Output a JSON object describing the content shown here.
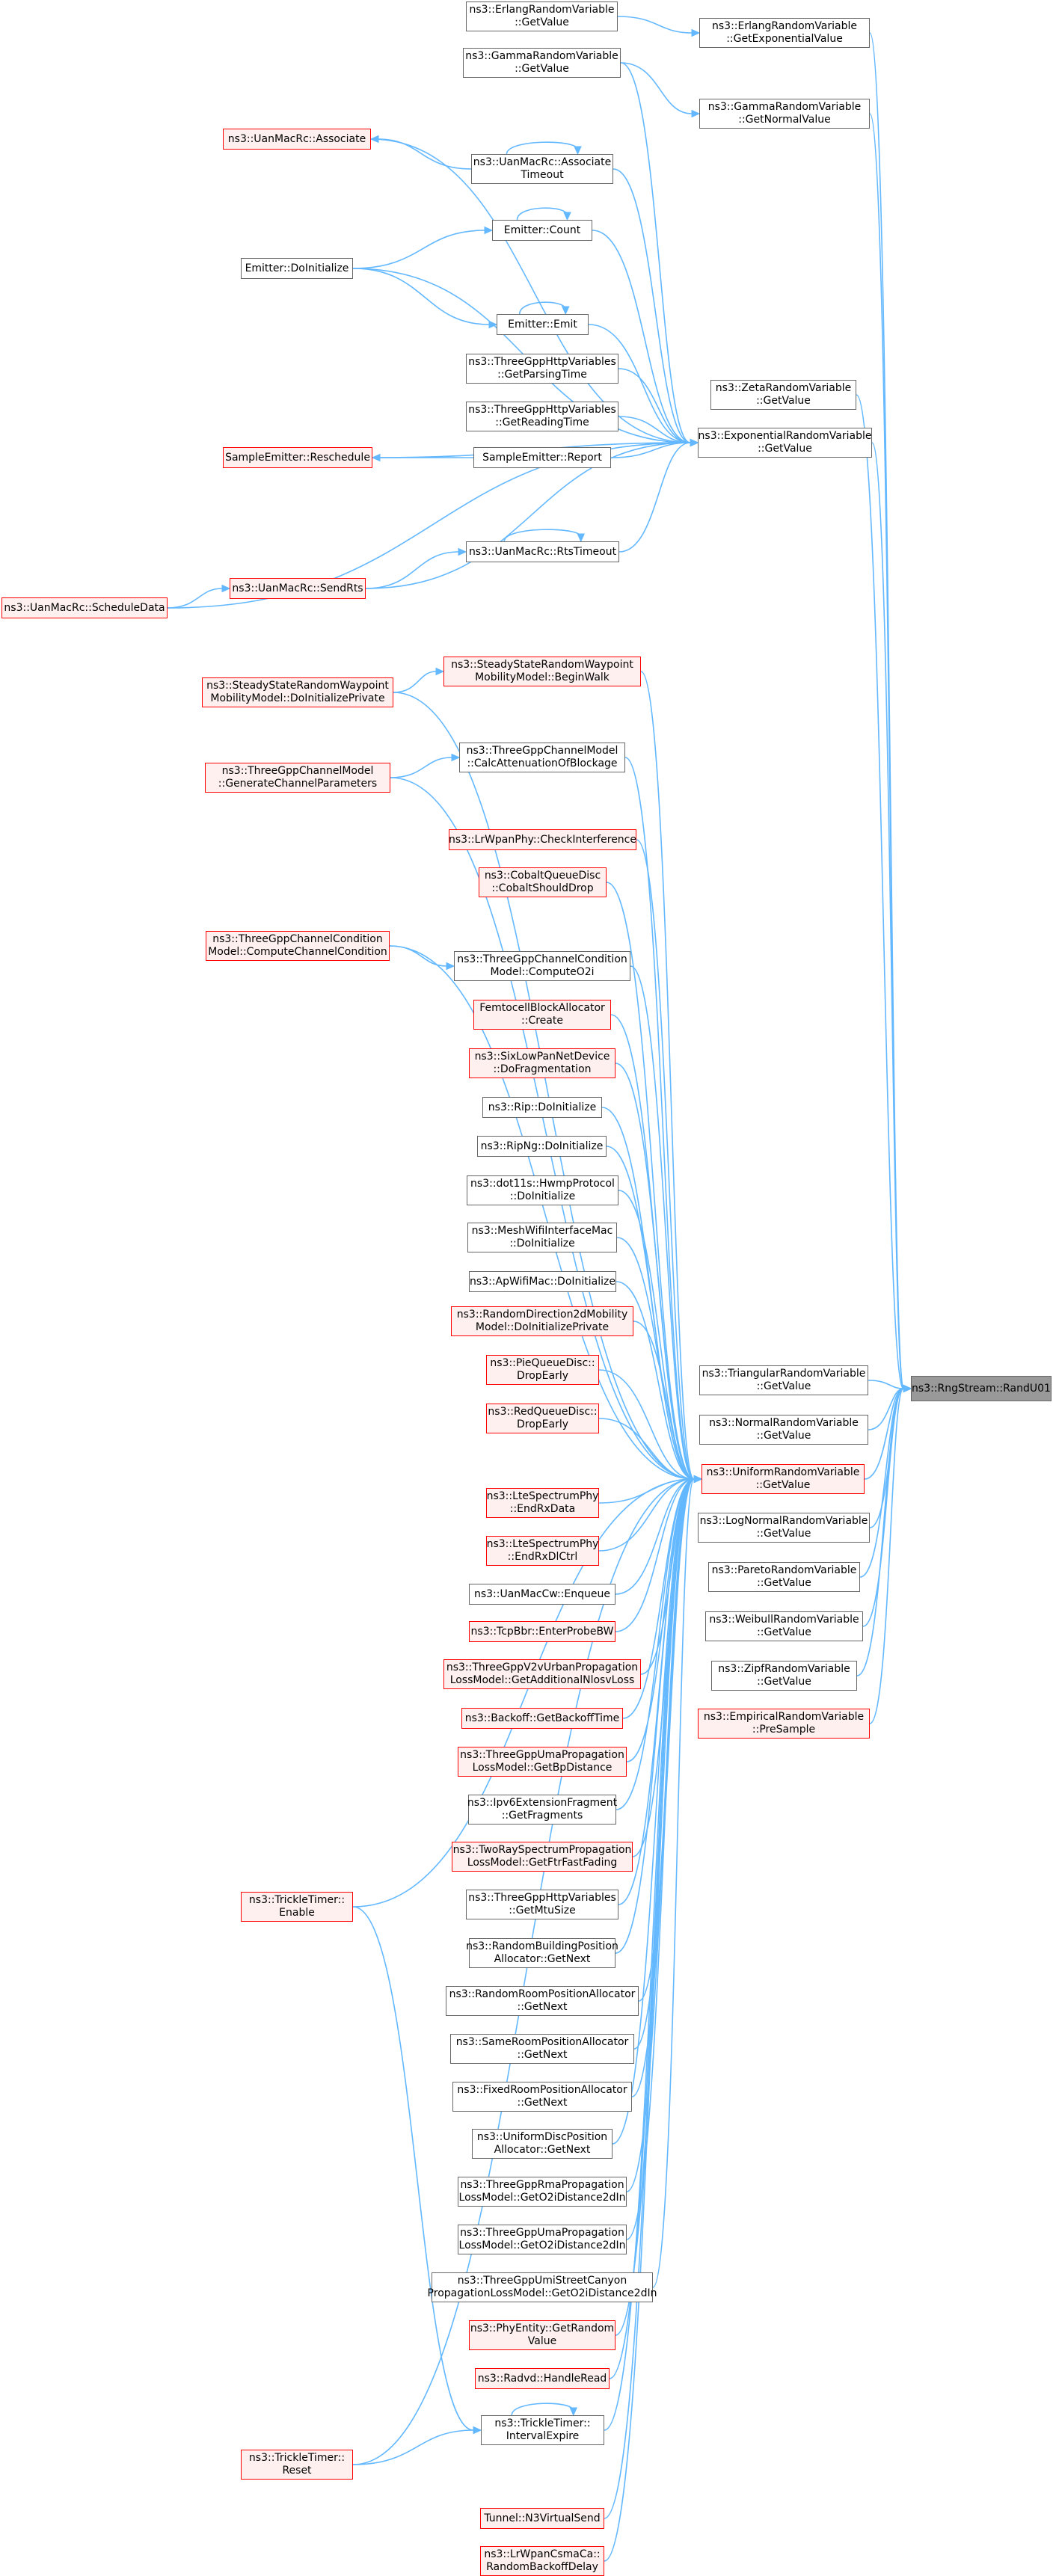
{
  "colors": {
    "edge": "#63b8ff",
    "node_border": "#666666",
    "partial_border": "#ff0000",
    "partial_fill": "#fff0f0",
    "target_fill": "#999999"
  },
  "nodes": [
    {
      "id": "target",
      "lines": [
        "ns3::RngStream::RandU01"
      ],
      "style": "target"
    },
    {
      "id": "erl_exp",
      "lines": [
        "ns3::ErlangRandomVariable",
        "::GetExponentialValue"
      ],
      "style": "normal"
    },
    {
      "id": "gam_norm",
      "lines": [
        "ns3::GammaRandomVariable",
        "::GetNormalValue"
      ],
      "style": "normal"
    },
    {
      "id": "zeta",
      "lines": [
        "ns3::ZetaRandomVariable",
        "::GetValue"
      ],
      "style": "normal"
    },
    {
      "id": "exp",
      "lines": [
        "ns3::ExponentialRandomVariable",
        "::GetValue"
      ],
      "style": "normal"
    },
    {
      "id": "tri",
      "lines": [
        "ns3::TriangularRandomVariable",
        "::GetValue"
      ],
      "style": "normal"
    },
    {
      "id": "norm",
      "lines": [
        "ns3::NormalRandomVariable",
        "::GetValue"
      ],
      "style": "normal"
    },
    {
      "id": "uni",
      "lines": [
        "ns3::UniformRandomVariable",
        "::GetValue"
      ],
      "style": "red"
    },
    {
      "id": "lognorm",
      "lines": [
        "ns3::LogNormalRandomVariable",
        "::GetValue"
      ],
      "style": "normal"
    },
    {
      "id": "pareto",
      "lines": [
        "ns3::ParetoRandomVariable",
        "::GetValue"
      ],
      "style": "normal"
    },
    {
      "id": "weibull",
      "lines": [
        "ns3::WeibullRandomVariable",
        "::GetValue"
      ],
      "style": "normal"
    },
    {
      "id": "zipf",
      "lines": [
        "ns3::ZipfRandomVariable",
        "::GetValue"
      ],
      "style": "normal"
    },
    {
      "id": "emp",
      "lines": [
        "ns3::EmpiricalRandomVariable",
        "::PreSample"
      ],
      "style": "red"
    },
    {
      "id": "erl_get",
      "lines": [
        "ns3::ErlangRandomVariable",
        "::GetValue"
      ],
      "style": "normal"
    },
    {
      "id": "gam_get",
      "lines": [
        "ns3::GammaRandomVariable",
        "::GetValue"
      ],
      "style": "normal"
    },
    {
      "id": "uan_assoc",
      "lines": [
        "ns3::UanMacRc::Associate"
      ],
      "style": "red"
    },
    {
      "id": "uan_assoc_to",
      "lines": [
        "ns3::UanMacRc::Associate",
        "Timeout"
      ],
      "style": "normal"
    },
    {
      "id": "em_count",
      "lines": [
        "Emitter::Count"
      ],
      "style": "normal"
    },
    {
      "id": "em_init",
      "lines": [
        "Emitter::DoInitialize"
      ],
      "style": "normal"
    },
    {
      "id": "em_emit",
      "lines": [
        "Emitter::Emit"
      ],
      "style": "normal"
    },
    {
      "id": "http_parse",
      "lines": [
        "ns3::ThreeGppHttpVariables",
        "::GetParsingTime"
      ],
      "style": "normal"
    },
    {
      "id": "http_read",
      "lines": [
        "ns3::ThreeGppHttpVariables",
        "::GetReadingTime"
      ],
      "style": "normal"
    },
    {
      "id": "se_resched",
      "lines": [
        "SampleEmitter::Reschedule"
      ],
      "style": "red"
    },
    {
      "id": "se_report",
      "lines": [
        "SampleEmitter::Report"
      ],
      "style": "normal"
    },
    {
      "id": "uan_rts_to",
      "lines": [
        "ns3::UanMacRc::RtsTimeout"
      ],
      "style": "normal"
    },
    {
      "id": "uan_send_rts",
      "lines": [
        "ns3::UanMacRc::SendRts"
      ],
      "style": "red"
    },
    {
      "id": "uan_sched",
      "lines": [
        "ns3::UanMacRc::ScheduleData"
      ],
      "style": "red"
    },
    {
      "id": "sswp_begin",
      "lines": [
        "ns3::SteadyStateRandomWaypoint",
        "MobilityModel::BeginWalk"
      ],
      "style": "red"
    },
    {
      "id": "sswp_init",
      "lines": [
        "ns3::SteadyStateRandomWaypoint",
        "MobilityModel::DoInitializePrivate"
      ],
      "style": "red"
    },
    {
      "id": "tgpp_calc",
      "lines": [
        "ns3::ThreeGppChannelModel",
        "::CalcAttenuationOfBlockage"
      ],
      "style": "normal"
    },
    {
      "id": "tgpp_gen",
      "lines": [
        "ns3::ThreeGppChannelModel",
        "::GenerateChannelParameters"
      ],
      "style": "red"
    },
    {
      "id": "lrwpan_ci",
      "lines": [
        "ns3::LrWpanPhy::CheckInterference"
      ],
      "style": "red"
    },
    {
      "id": "cobalt",
      "lines": [
        "ns3::CobaltQueueDisc",
        "::CobaltShouldDrop"
      ],
      "style": "red"
    },
    {
      "id": "tgpp_ccc",
      "lines": [
        "ns3::ThreeGppChannelCondition",
        "Model::ComputeChannelCondition"
      ],
      "style": "red"
    },
    {
      "id": "tgpp_o2i",
      "lines": [
        "ns3::ThreeGppChannelCondition",
        "Model::ComputeO2i"
      ],
      "style": "normal"
    },
    {
      "id": "femto",
      "lines": [
        "FemtocellBlockAllocator",
        "::Create"
      ],
      "style": "red"
    },
    {
      "id": "sixlow",
      "lines": [
        "ns3::SixLowPanNetDevice",
        "::DoFragmentation"
      ],
      "style": "red"
    },
    {
      "id": "rip",
      "lines": [
        "ns3::Rip::DoInitialize"
      ],
      "style": "normal"
    },
    {
      "id": "ripng",
      "lines": [
        "ns3::RipNg::DoInitialize"
      ],
      "style": "normal"
    },
    {
      "id": "hwmp",
      "lines": [
        "ns3::dot11s::HwmpProtocol",
        "::DoInitialize"
      ],
      "style": "normal"
    },
    {
      "id": "meshmac",
      "lines": [
        "ns3::MeshWifiInterfaceMac",
        "::DoInitialize"
      ],
      "style": "normal"
    },
    {
      "id": "apwifi",
      "lines": [
        "ns3::ApWifiMac::DoInitialize"
      ],
      "style": "normal"
    },
    {
      "id": "rd2d",
      "lines": [
        "ns3::RandomDirection2dMobility",
        "Model::DoInitializePrivate"
      ],
      "style": "red"
    },
    {
      "id": "pie",
      "lines": [
        "ns3::PieQueueDisc::",
        "DropEarly"
      ],
      "style": "red"
    },
    {
      "id": "red",
      "lines": [
        "ns3::RedQueueDisc::",
        "DropEarly"
      ],
      "style": "red"
    },
    {
      "id": "lte_data",
      "lines": [
        "ns3::LteSpectrumPhy",
        "::EndRxData"
      ],
      "style": "red"
    },
    {
      "id": "lte_ctrl",
      "lines": [
        "ns3::LteSpectrumPhy",
        "::EndRxDlCtrl"
      ],
      "style": "red"
    },
    {
      "id": "uancw",
      "lines": [
        "ns3::UanMacCw::Enqueue"
      ],
      "style": "normal"
    },
    {
      "id": "tcpbbr",
      "lines": [
        "ns3::TcpBbr::EnterProbeBW"
      ],
      "style": "red"
    },
    {
      "id": "tgpp_v2v",
      "lines": [
        "ns3::ThreeGppV2vUrbanPropagation",
        "LossModel::GetAdditionalNlosvLoss"
      ],
      "style": "red"
    },
    {
      "id": "backoff",
      "lines": [
        "ns3::Backoff::GetBackoffTime"
      ],
      "style": "red"
    },
    {
      "id": "tgpp_uma_bp",
      "lines": [
        "ns3::ThreeGppUmaPropagation",
        "LossModel::GetBpDistance"
      ],
      "style": "red"
    },
    {
      "id": "ipv6frag",
      "lines": [
        "ns3::Ipv6ExtensionFragment",
        "::GetFragments"
      ],
      "style": "normal"
    },
    {
      "id": "tworay",
      "lines": [
        "ns3::TwoRaySpectrumPropagation",
        "LossModel::GetFtrFastFading"
      ],
      "style": "red"
    },
    {
      "id": "http_mtu",
      "lines": [
        "ns3::ThreeGppHttpVariables",
        "::GetMtuSize"
      ],
      "style": "normal"
    },
    {
      "id": "rbpa",
      "lines": [
        "ns3::RandomBuildingPosition",
        "Allocator::GetNext"
      ],
      "style": "normal"
    },
    {
      "id": "rrpa",
      "lines": [
        "ns3::RandomRoomPositionAllocator",
        "::GetNext"
      ],
      "style": "normal"
    },
    {
      "id": "srpa",
      "lines": [
        "ns3::SameRoomPositionAllocator",
        "::GetNext"
      ],
      "style": "normal"
    },
    {
      "id": "frpa",
      "lines": [
        "ns3::FixedRoomPositionAllocator",
        "::GetNext"
      ],
      "style": "normal"
    },
    {
      "id": "udpa",
      "lines": [
        "ns3::UniformDiscPosition",
        "Allocator::GetNext"
      ],
      "style": "normal"
    },
    {
      "id": "tgpp_rma",
      "lines": [
        "ns3::ThreeGppRmaPropagation",
        "LossModel::GetO2iDistance2dIn"
      ],
      "style": "normal"
    },
    {
      "id": "tgpp_uma",
      "lines": [
        "ns3::ThreeGppUmaPropagation",
        "LossModel::GetO2iDistance2dIn"
      ],
      "style": "normal"
    },
    {
      "id": "tgpp_umi",
      "lines": [
        "ns3::ThreeGppUmiStreetCanyon",
        "PropagationLossModel::GetO2iDistance2dIn"
      ],
      "style": "normal"
    },
    {
      "id": "phyent",
      "lines": [
        "ns3::PhyEntity::GetRandom",
        "Value"
      ],
      "style": "red"
    },
    {
      "id": "radvd",
      "lines": [
        "ns3::Radvd::HandleRead"
      ],
      "style": "red"
    },
    {
      "id": "trickle_enable",
      "lines": [
        "ns3::TrickleTimer::",
        "Enable"
      ],
      "style": "red"
    },
    {
      "id": "trickle_iexp",
      "lines": [
        "ns3::TrickleTimer::",
        "IntervalExpire"
      ],
      "style": "normal"
    },
    {
      "id": "trickle_reset",
      "lines": [
        "ns3::TrickleTimer::",
        "Reset"
      ],
      "style": "red"
    },
    {
      "id": "tunnel",
      "lines": [
        "Tunnel::N3VirtualSend"
      ],
      "style": "red"
    },
    {
      "id": "lrwpan_csma",
      "lines": [
        "ns3::LrWpanCsmaCa::",
        "RandomBackoffDelay"
      ],
      "style": "red"
    }
  ]
}
